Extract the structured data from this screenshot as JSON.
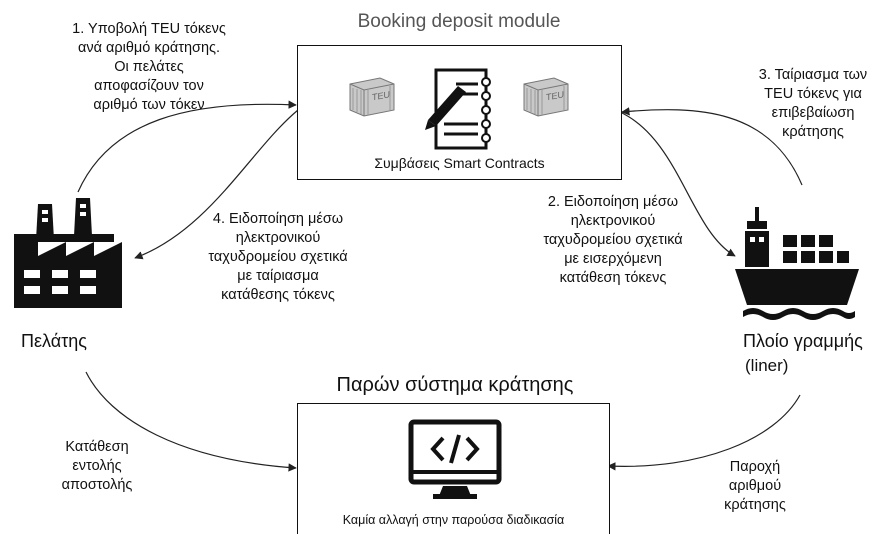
{
  "top_module": {
    "title": "Booking deposit module",
    "caption": "Συμβάσεις Smart Contracts",
    "container_label": "TEU"
  },
  "bottom_module": {
    "title": "Παρών σύστημα κράτησης",
    "caption": "Καμία αλλαγή στην παρούσα διαδικασία"
  },
  "actors": {
    "customer": "Πελάτης",
    "liner_line1": "Πλοίο γραμμής",
    "liner_line2": "(liner)"
  },
  "steps": {
    "step1": "1.  Υποβολή TEU τόκενς\nανά αριθμό κράτησης.\nΟι πελάτες\nαποφασίζουν τον\nαριθμό των τόκεν",
    "step2": "2. Ειδοποίηση μέσω\nηλεκτρονικού\nταχυδρομείου σχετικά\nμε εισερχόμενη\nκατάθεση τόκενς",
    "step3": "3. Ταίριασμα των\nTEU τόκενς για\nεπιβεβαίωση\nκράτησης",
    "step4": "4. Ειδοποίηση μέσω\nηλεκτρονικού\nταχυδρομείου σχετικά\nμε ταίριασμα\nκατάθεσης τόκενς"
  },
  "flows": {
    "shipping_order": "Κατάθεση\nεντολής\nαποστολής",
    "booking_number": "Παροχή\nαριθμού\nκράτησης"
  },
  "icons": {
    "container": "shipping-container-icon",
    "contract": "contract-document-icon",
    "factory": "factory-icon",
    "ship": "cargo-ship-icon",
    "code_monitor": "code-monitor-icon"
  }
}
